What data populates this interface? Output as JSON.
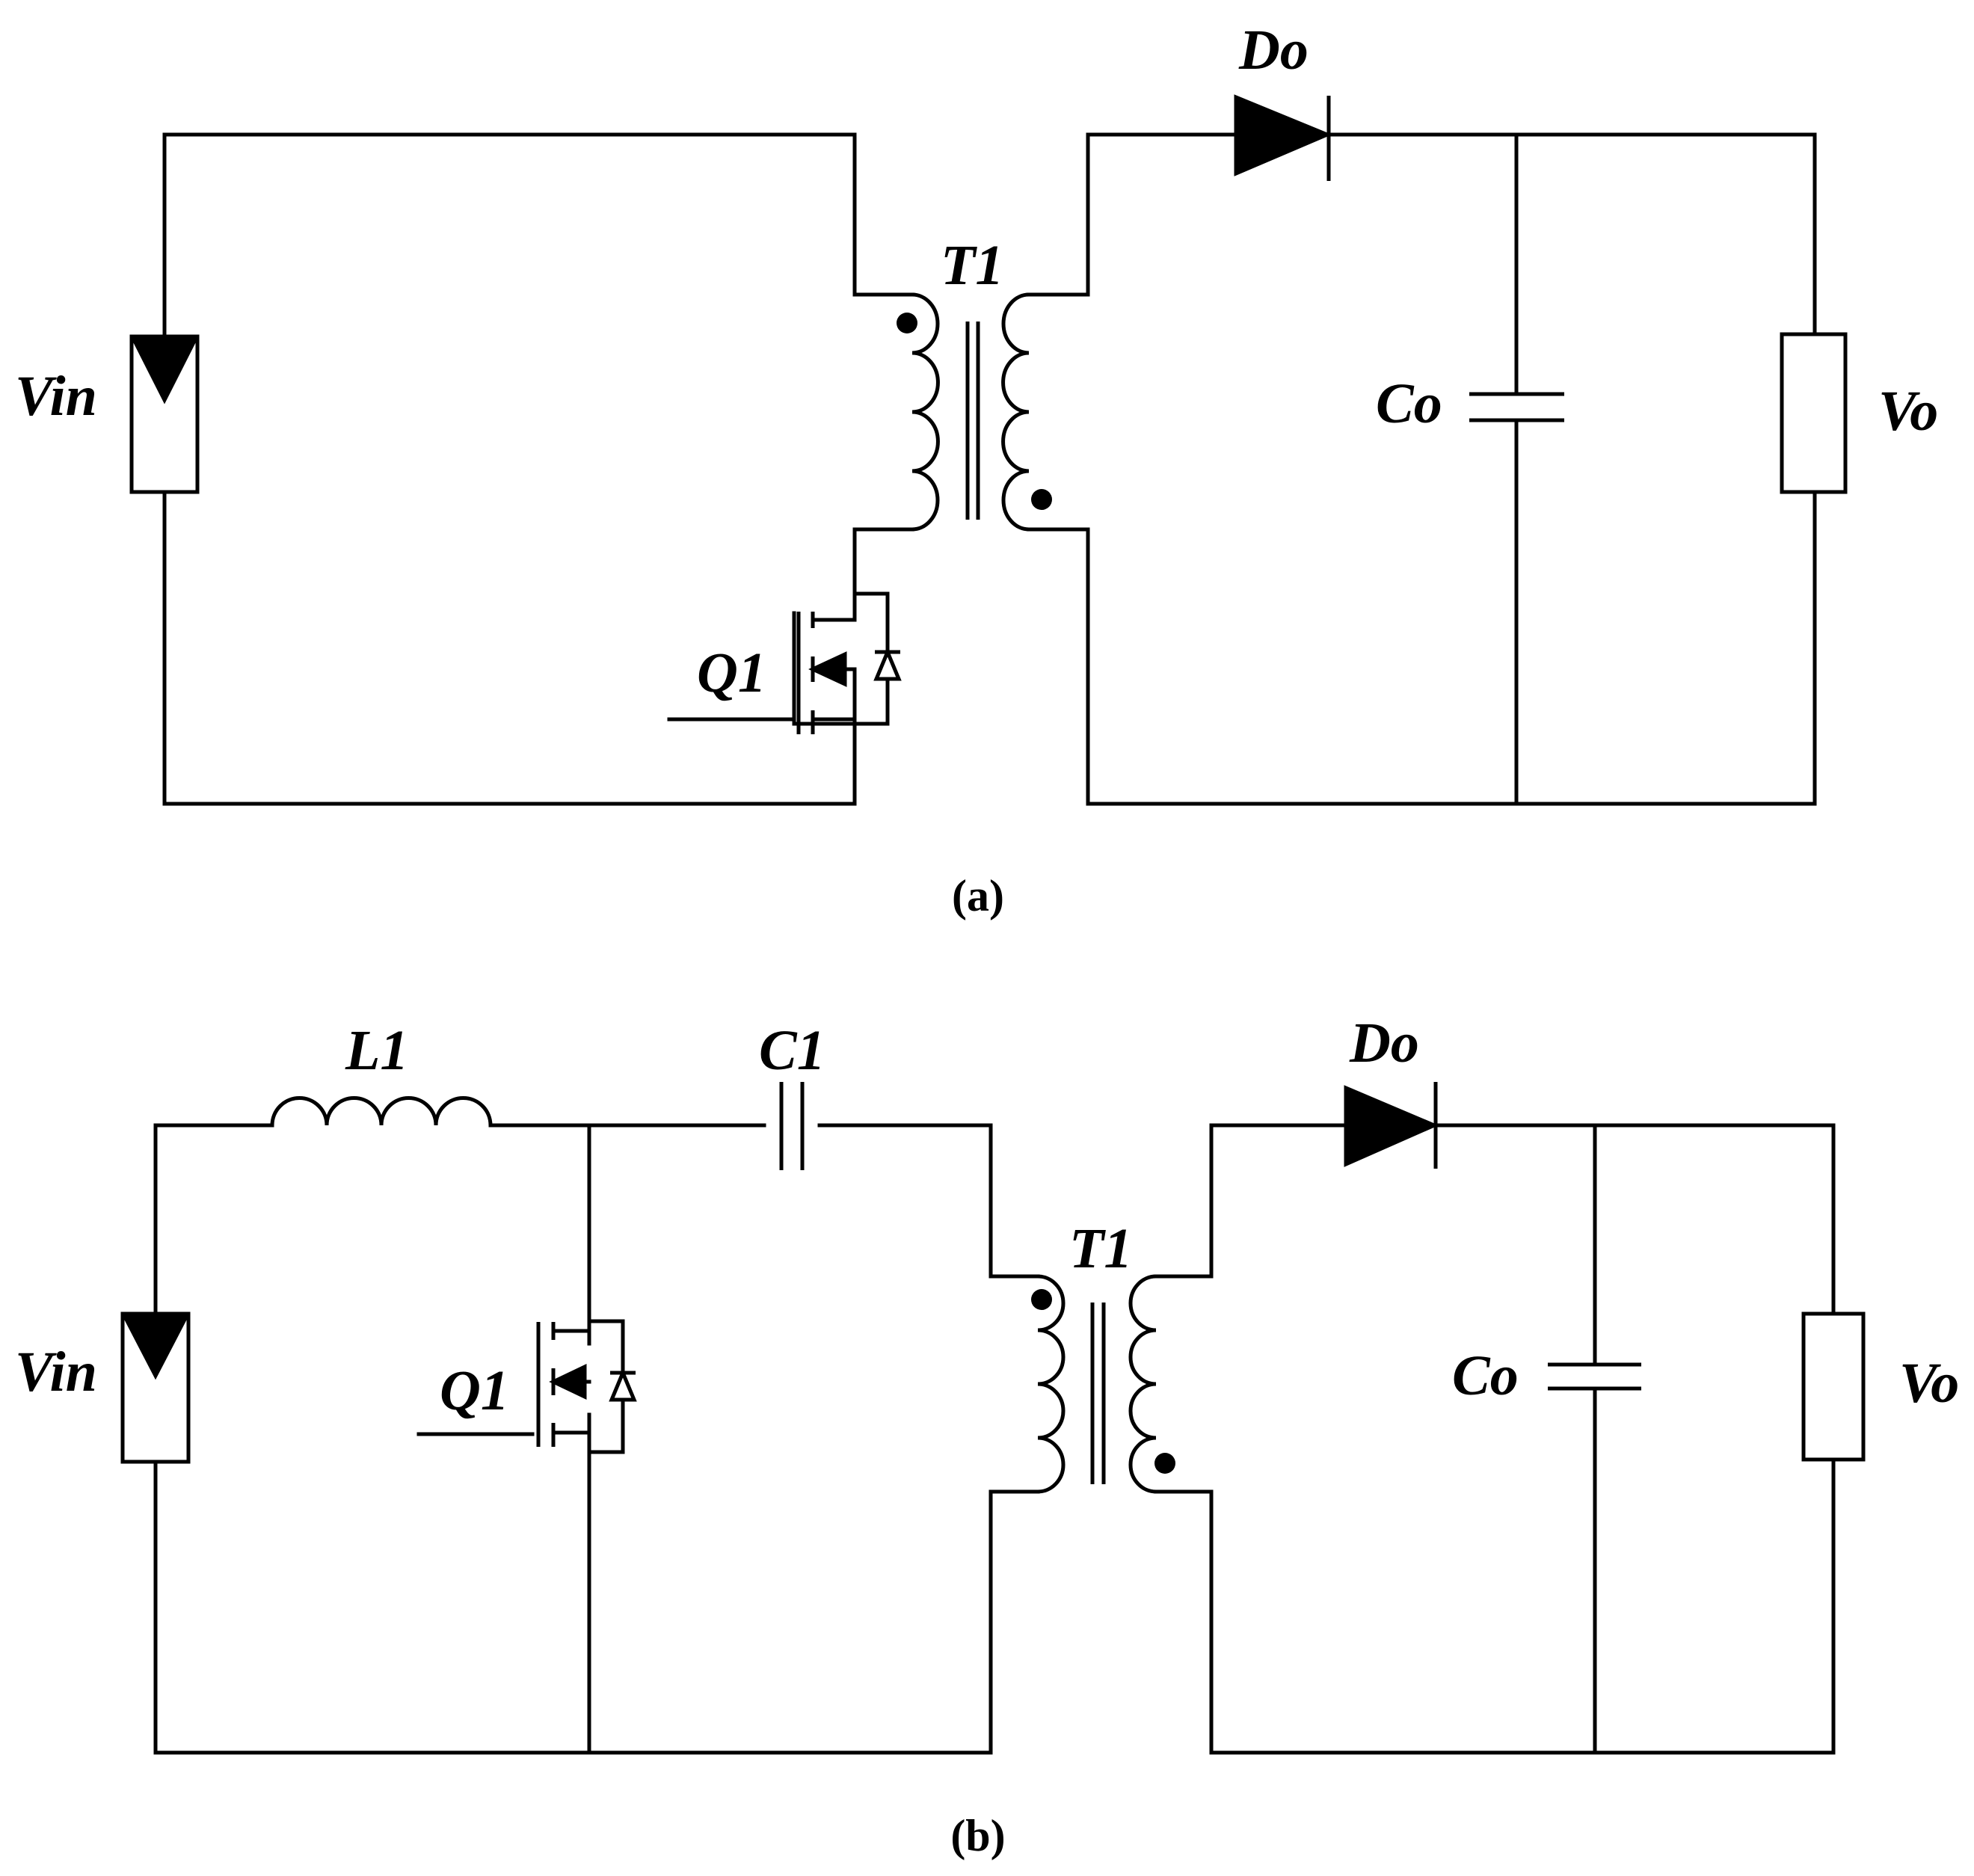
{
  "circuit_a": {
    "source_label": "Vin",
    "transformer_label": "T1",
    "switch_label": "Q1",
    "diode_label": "Do",
    "capacitor_label": "Co",
    "load_label": "Vo",
    "caption": "(a)"
  },
  "circuit_b": {
    "source_label": "Vin",
    "inductor_label": "L1",
    "capacitor1_label": "C1",
    "transformer_label": "T1",
    "switch_label": "Q1",
    "diode_label": "Do",
    "capacitor_label": "Co",
    "load_label": "Vo",
    "caption": "(b)"
  },
  "colors": {
    "line": "#000000",
    "background": "#ffffff"
  }
}
